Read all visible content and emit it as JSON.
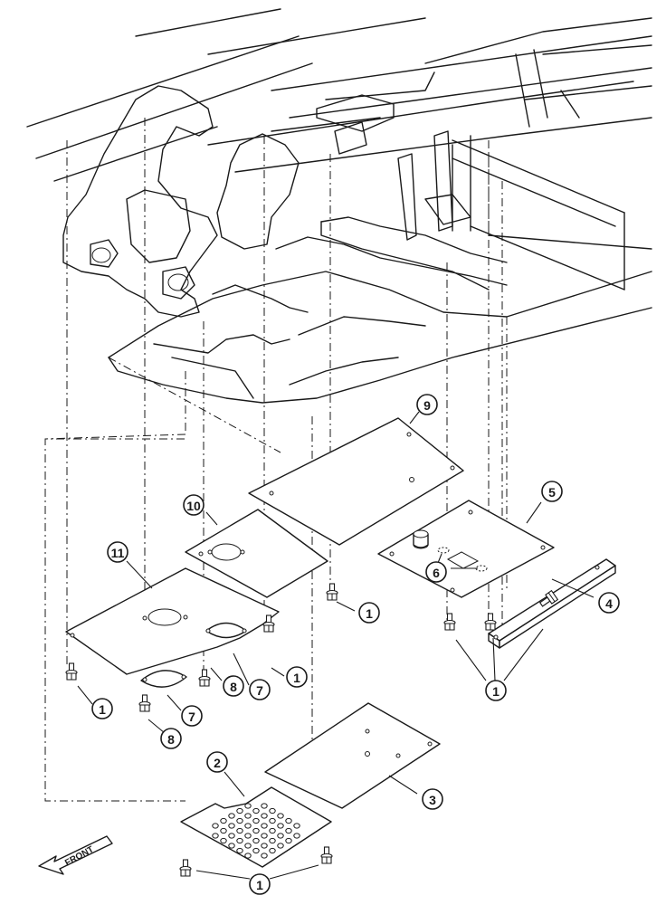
{
  "callouts": [
    {
      "id": "c9",
      "label": "9"
    },
    {
      "id": "c10",
      "label": "10"
    },
    {
      "id": "c11",
      "label": "11"
    },
    {
      "id": "c5",
      "label": "5"
    },
    {
      "id": "c6",
      "label": "6"
    },
    {
      "id": "c4",
      "label": "4"
    },
    {
      "id": "c1a",
      "label": "1"
    },
    {
      "id": "c1b",
      "label": "1"
    },
    {
      "id": "c1c",
      "label": "1"
    },
    {
      "id": "c1d",
      "label": "1"
    },
    {
      "id": "c1e",
      "label": "1"
    },
    {
      "id": "c7a",
      "label": "7"
    },
    {
      "id": "c7b",
      "label": "7"
    },
    {
      "id": "c8a",
      "label": "8"
    },
    {
      "id": "c8b",
      "label": "8"
    },
    {
      "id": "c2",
      "label": "2"
    },
    {
      "id": "c3",
      "label": "3"
    }
  ],
  "front_arrow": {
    "label": "FRONT"
  }
}
